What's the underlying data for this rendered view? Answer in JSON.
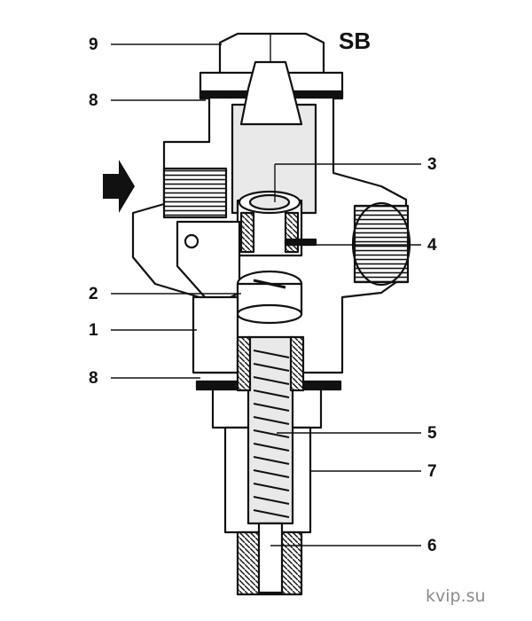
{
  "model_label": "SB",
  "callouts": {
    "c9": "9",
    "c8_top": "8",
    "c3": "3",
    "c4": "4",
    "c2": "2",
    "c1": "1",
    "c8_bottom": "8",
    "c5": "5",
    "c7": "7",
    "c6": "6"
  },
  "watermark": "kvip.su",
  "colors": {
    "ink": "#111111",
    "cut_fill": "#e9e9e9",
    "body_fill": "#ffffff",
    "watermark": "#8a8a8a"
  },
  "icons": {
    "flow_arrow": "flow-direction-arrow-icon"
  }
}
